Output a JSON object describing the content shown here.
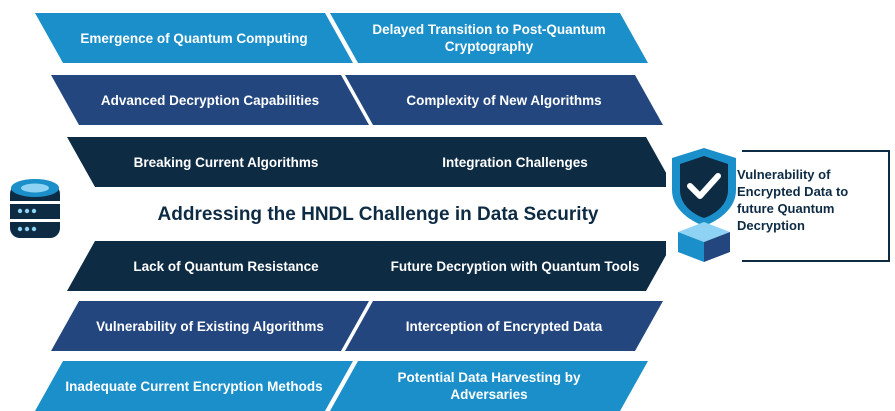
{
  "title": "Addressing the HNDL Challenge in Data Security",
  "side_label": "Vulnerability of Encrypted Data to future Quantum Decryption",
  "colors": {
    "light": "#1a8fc9",
    "mid": "#23467f",
    "dark": "#0e2b44"
  },
  "icons": {
    "left": "database-icon",
    "right": "shield-check-icon"
  },
  "top_rows": [
    {
      "left": "Emergence of Quantum Computing",
      "right": "Delayed Transition to Post-Quantum Cryptography"
    },
    {
      "left": "Advanced Decryption Capabilities",
      "right": "Complexity of New Algorithms"
    },
    {
      "left": "Breaking Current Algorithms",
      "right": "Integration Challenges"
    }
  ],
  "bottom_rows": [
    {
      "left": "Lack of Quantum Resistance",
      "right": "Future Decryption with Quantum Tools"
    },
    {
      "left": "Vulnerability of Existing Algorithms",
      "right": "Interception of Encrypted Data"
    },
    {
      "left": "Inadequate Current Encryption Methods",
      "right": "Potential Data Harvesting by Adversaries"
    }
  ]
}
